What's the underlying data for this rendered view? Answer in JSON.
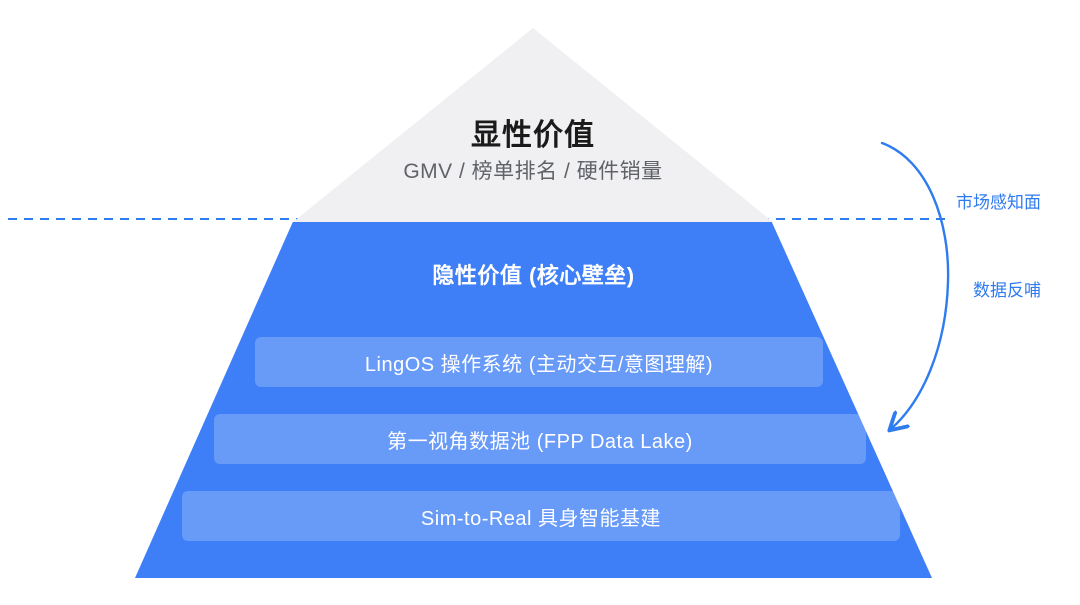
{
  "diagram": {
    "surface": {
      "title": "显性价值",
      "subtitle": "GMV / 榜单排名 / 硬件销量"
    },
    "waterline_label": "市场感知面",
    "submerged": {
      "title": "隐性价值 (核心壁垒)",
      "layers": [
        "LingOS 操作系统 (主动交互/意图理解)",
        "第一视角数据池 (FPP Data Lake)",
        "Sim-to-Real 具身智能基建"
      ]
    },
    "feedback_arrow_label": "数据反哺"
  },
  "colors": {
    "primary_blue": "#3E7EF7",
    "accent_blue": "#2F7BF0",
    "surface_gray": "#F0F0F3",
    "layer_overlay": "rgba(255,255,255,0.22)",
    "title_black": "#1A1A1A",
    "subtitle_gray": "#5F6368"
  }
}
